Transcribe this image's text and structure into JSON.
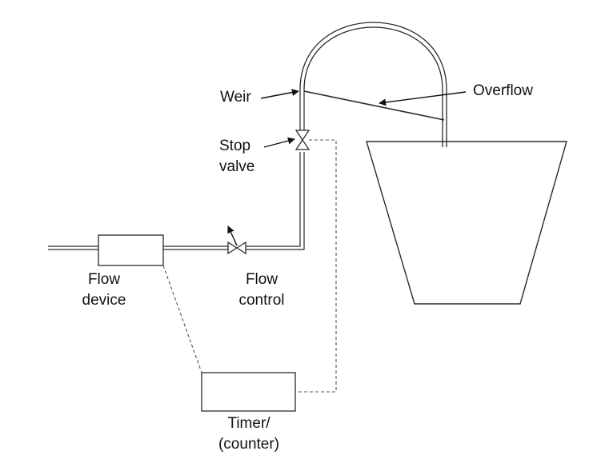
{
  "labels": {
    "weir": "Weir",
    "overflow": "Overflow",
    "stop_valve_line1": "Stop",
    "stop_valve_line2": "valve",
    "flow_device_line1": "Flow",
    "flow_device_line2": "device",
    "flow_control_line1": "Flow",
    "flow_control_line2": "control",
    "timer_line1": "Timer/",
    "timer_line2": "(counter)"
  },
  "colors": {
    "line": "#2a2a2a",
    "background": "#ffffff"
  }
}
